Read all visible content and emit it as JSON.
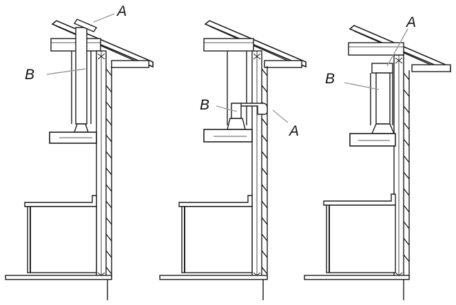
{
  "figure": {
    "panels": [
      {
        "id": "roof-vent",
        "labels": {
          "a": "A",
          "b": "B"
        }
      },
      {
        "id": "wall-vent",
        "labels": {
          "a": "A",
          "b": "B"
        }
      },
      {
        "id": "soffit-vent",
        "labels": {
          "a": "A",
          "b": "B"
        }
      }
    ]
  }
}
